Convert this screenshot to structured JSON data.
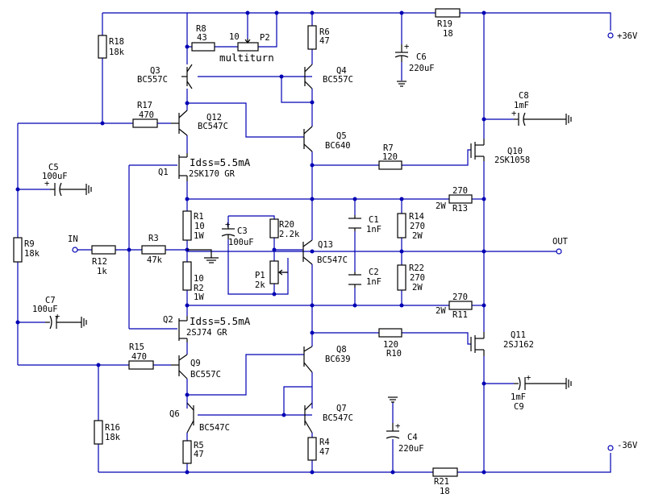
{
  "labels": {
    "R18": "R18",
    "R18v": "18k",
    "R8": "R8",
    "R8v": "43",
    "P2_10": "10",
    "P2": "P2",
    "multiturn": "multiturn",
    "R6": "R6",
    "R6v": "47",
    "C6": "C6",
    "C6v": "220uF",
    "R19": "R19",
    "R19v": "18",
    "plus36": "+36V",
    "Q3": "Q3",
    "Q3t": "BC557C",
    "Q4": "Q4",
    "Q4t": "BC557C",
    "R17": "R17",
    "R17v": "470",
    "Q12": "Q12",
    "Q12t": "BC547C",
    "C8": "C8",
    "C8v": "1mF",
    "Q5": "Q5",
    "Q5t": "BC640",
    "Q10": "Q10",
    "Q10t": "2SK1058",
    "R7": "R7",
    "R7v": "120",
    "C5": "C5",
    "C5v": "100uF",
    "Q1": "Q1",
    "Q1idss": "Idss=5.5mA",
    "Q1t": "2SK170 GR",
    "R13v": "270",
    "R13w": "2W",
    "R13": "R13",
    "R1": "R1",
    "R1v": "10",
    "R1w": "1W",
    "C3": "C3",
    "C3v": "100uF",
    "R20": "R20",
    "R20v": "2.2k",
    "C1": "C1",
    "C1v": "1nF",
    "R14": "R14",
    "R14v": "270",
    "R14w": "2W",
    "R9": "R9",
    "R9v": "18k",
    "IN": "IN",
    "R12": "R12",
    "R12v": "1k",
    "R3": "R3",
    "R3v": "47k",
    "Q13": "Q13",
    "Q13t": "BC547C",
    "OUT": "OUT",
    "P1": "P1",
    "P1v": "2k",
    "R2v": "10",
    "R2": "R2",
    "R2w": "1W",
    "C2": "C2",
    "C2v": "1nF",
    "R22": "R22",
    "R22v": "270",
    "R22w": "2W",
    "C7": "C7",
    "C7v": "100uF",
    "R11v": "270",
    "R11w": "2W",
    "R11": "R11",
    "Q2": "Q2",
    "Q2idss": "Idss=5.5mA",
    "Q2t": "2SJ74 GR",
    "R10v": "120",
    "R10": "R10",
    "Q11": "Q11",
    "Q11t": "2SJ162",
    "R15": "R15",
    "R15v": "470",
    "Q9": "Q9",
    "Q9t": "BC557C",
    "Q8": "Q8",
    "Q8t": "BC639",
    "C9": "C9",
    "C9v": "1mF",
    "Q6": "Q6",
    "Q6t": "BC547C",
    "Q7": "Q7",
    "Q7t": "BC547C",
    "R16": "R16",
    "R16v": "18k",
    "C4": "C4",
    "C4v": "220uF",
    "minus36": "-36V",
    "R5": "R5",
    "R5v": "47",
    "R4": "R4",
    "R4v": "47",
    "R21": "R21",
    "R21v": "18"
  }
}
